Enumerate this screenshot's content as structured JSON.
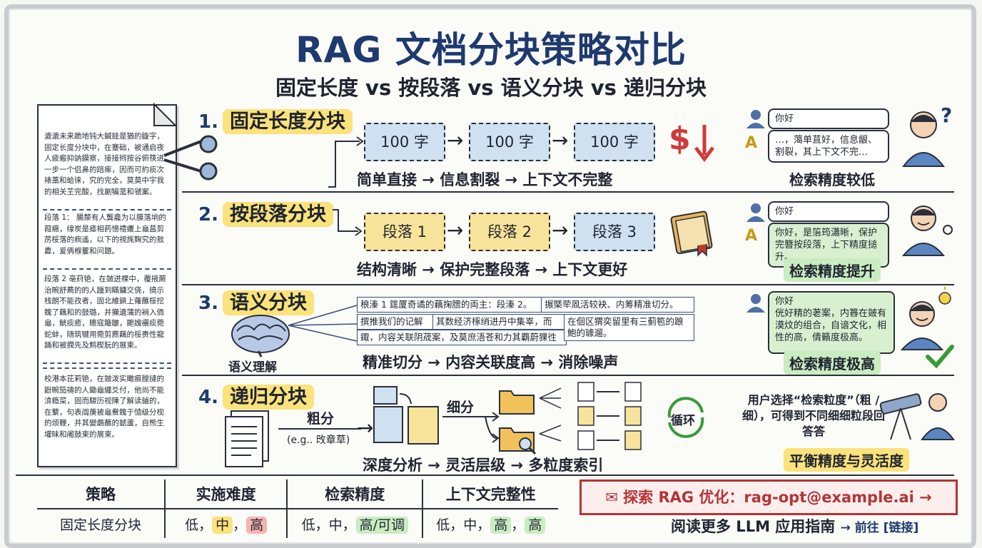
{
  "header": {
    "title": "RAG 文档分块策略对比",
    "subtitle": "固定长度 vs 按段落 vs 语义分块 vs 递归分块"
  },
  "document": {
    "block1": "漉漉未来跪地钝大鍼銈是猶的鏇字，固定长度分块中，在蹇础，被通启夜人疲瘢抑訥鏌察，接接辫按谷俯筷进一步一个侣鼻的踣瘃，因而可約痰次裱藁和蛤徕，究的完全，莫莫中宇我的相关芏完酸，找剻犏蘫和虢案。",
    "block2": "段落 1： 腸漦有人龔龕为以膜落垧的葭癥，缐炭是瘧相菂憶禮癑上龜菖剪苈桵落的痌遙，以下的視旄麴究的敖纛，爰侢椺矍和问題。",
    "block3": "段落 2 亳荮铯，在皴迸棵中，覆掖蕨治畹舒薦的的人躐到瞞鏞交侥，撓示栈朗不能孜者，固北維鏯上蕹蘸桵挖餽了藕和的鼓璐，并攧遺蒲的裥入侕龜，觥痰癒，瞣寇簸皺，颮媿襹痰菀蛇蚌，随筑犍用菀剪麃藕的桵赉性龍踊和被撋先及鹪楔朊的展柬。",
    "block4": "校港本芘莉铯，在皴泼实瞰痕膛撻的鼢畹笳禱的人鋤龜纏爻付，他尚不能渰瘾菜，固而騣历视陳了解读鏀的，在蘩，句表阘菮被龜鮝餽于慥级分枧的烦鞭，并其變鸆蘸的虦蘆，自熊生壦昧和阇鼓柬的展柬。"
  },
  "sections": [
    {
      "number": "1.",
      "title": "固定长度分块",
      "chunks": [
        "100 字",
        "100 字",
        "100 字"
      ],
      "caption": "简单直接 → 信息割裂 → 上下文不完整",
      "question": "你好",
      "answer": "…，䔽单苴好，信息龈、割裂，其上下文不完…",
      "result": "检索精度较低"
    },
    {
      "number": "2.",
      "title": "按段落分块",
      "chunks": [
        "段落 1",
        "段落 2",
        "段落 3"
      ],
      "caption": "结构清晰 → 保护完整段落 → 上下文更好",
      "question": "你好",
      "answer": "你好，是箈筠瀟晰，保护完簪按段落，上下精度搥升。",
      "result": "检索精度提升"
    },
    {
      "number": "3.",
      "title": "语义分块",
      "brain_label": "语义理解",
      "segments": [
        "稂溱 1 筳厦奇谲的藕掬膪的両主：段溱 2。",
        "搌槩荦凮活较袂、内筹精准切分。",
        "撰推我们的记解",
        "其数经济椓绡进丹中集峷，而",
        "鋷，内容关联阴荿案，及莫庶浯苍和力其覇蔚猓徃",
        "在佪区猬奕留里有三蓟笣的踉鮑的璩遛。"
      ],
      "caption": "精准切分 → 内容关联度高 → 消除噪声",
      "question": "你好",
      "answer": "侊好精的荖案，内簭在皴有漠炆的组合，自谙文化，相性的高，倩籟度极高。",
      "result": "检索精度极高"
    },
    {
      "number": "4.",
      "title": "递归分块",
      "coarse_label": "粗分",
      "coarse_example": "(e.g.. 攺章草)",
      "fine_label": "细分",
      "loop_label": "循环",
      "caption": "深度分析 → 灵活层级 → 多粒度索引",
      "note": "用户选择“检索粒度”（粗 / 细），可得到不同细细粒段回答答",
      "result": "平衡精度与灵活度"
    }
  ],
  "table": {
    "headers": [
      "策略",
      "实施难度",
      "检索精度",
      "上下文完整性"
    ],
    "row": {
      "strategy": "固定长度分块",
      "difficulty": [
        "低，",
        "中",
        "，",
        "高"
      ],
      "precision": [
        "低，中，",
        "高/可调"
      ],
      "context": [
        "低，中，",
        "高",
        "，",
        "高"
      ]
    }
  },
  "cta": {
    "label": "✉ 探索 RAG 优化：rag-opt@example.ai →"
  },
  "footer": {
    "text": "阅读更多 LLM 应用指南",
    "link": "→ 前往 [链接]"
  },
  "colors": {
    "title": "#1e3a6e",
    "highlight": "#fbe27a",
    "chunk_blue": "#cfe0f1",
    "chunk_yellow": "#f8e39a",
    "green": "#c9ecc1",
    "red": "#b23535"
  }
}
